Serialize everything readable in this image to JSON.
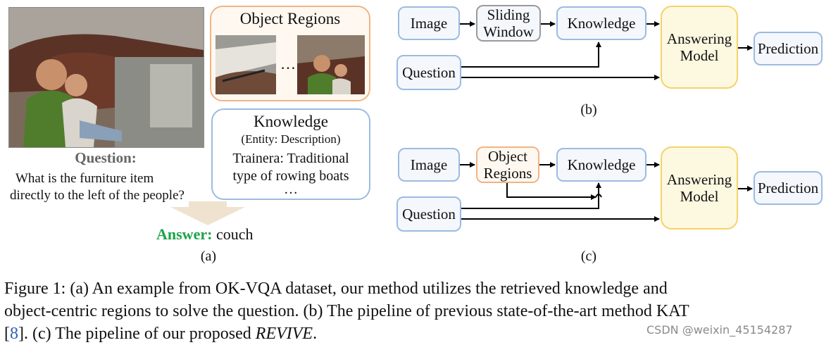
{
  "panel_a": {
    "object_regions_title": "Object Regions",
    "region_ellipsis": "…",
    "knowledge_title": "Knowledge",
    "knowledge_subtitle": "(Entity: Description)",
    "knowledge_line1": "Trainera: Traditional",
    "knowledge_line2": "type of rowing boats",
    "knowledge_ellipsis": "…",
    "question_label": "Question:",
    "question_line1": "What is the furniture item",
    "question_line2": "directly to the left of the people?",
    "answer_label": "Answer:",
    "answer_value": "couch",
    "label": "(a)"
  },
  "panel_b": {
    "image": "Image",
    "sliding_line1": "Sliding",
    "sliding_line2": "Window",
    "knowledge": "Knowledge",
    "question": "Question",
    "answering_line1": "Answering",
    "answering_line2": "Model",
    "prediction": "Prediction",
    "label": "(b)"
  },
  "panel_c": {
    "image": "Image",
    "object_line1": "Object",
    "object_line2": "Regions",
    "knowledge": "Knowledge",
    "question": "Question",
    "answering_line1": "Answering",
    "answering_line2": "Model",
    "prediction": "Prediction",
    "label": "(c)"
  },
  "caption": {
    "part1": "Figure 1: (a) An example from OK-VQA dataset, our method utilizes the retrieved knowledge and",
    "part2": "object-centric regions to solve the question. (b) The pipeline of previous state-of-the-art method KAT",
    "bracket_open": "[",
    "ref": "8",
    "part3": "]. (c) The pipeline of our proposed ",
    "method": "REVIVE",
    "period": "."
  },
  "watermark": "CSDN @weixin_45154287",
  "colors": {
    "answer_green": "#1aa34a",
    "ref_blue": "#2a62b8",
    "blue_border": "#9cbbe0",
    "orange_border": "#f0b486",
    "yellow_border": "#f4d36a",
    "gray_border": "#9a9a9a",
    "arrow_down_fill": "#efe3cf"
  }
}
